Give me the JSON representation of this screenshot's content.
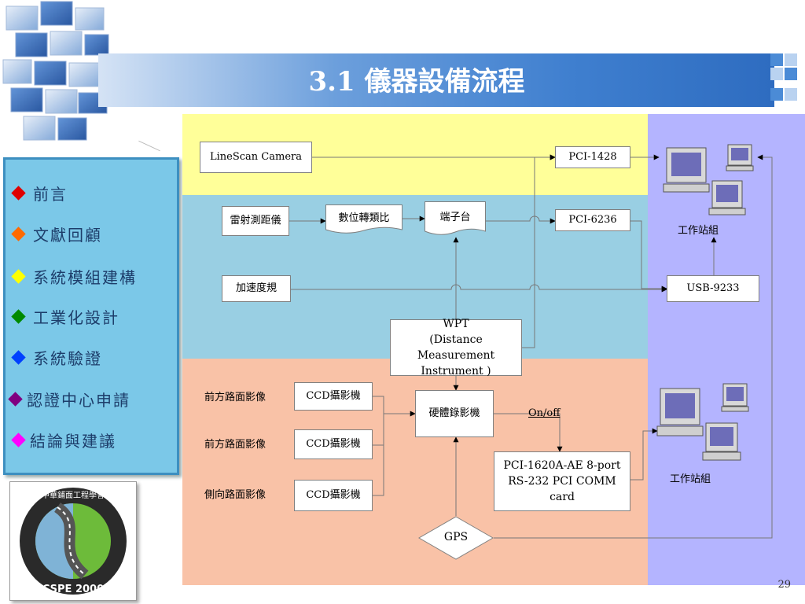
{
  "slide": {
    "title": "3.1 儀器設備流程",
    "page_number": "29"
  },
  "sidebar": {
    "items": [
      {
        "label": "前言",
        "color": "#e00000"
      },
      {
        "label": "文獻回顧",
        "color": "#ff6a00"
      },
      {
        "label": "系統模組建構",
        "color": "#ffff00"
      },
      {
        "label": "工業化設計",
        "color": "#008a00"
      },
      {
        "label": "系統驗證",
        "color": "#0040ff"
      },
      {
        "label": "認證中心申請",
        "color": "#800080"
      },
      {
        "label": "結論與建議",
        "color": "#ff00ff"
      }
    ]
  },
  "diagram": {
    "boxes": {
      "linescan": "LineScan Camera",
      "pci1428": "PCI-1428",
      "laser": "雷射測距儀",
      "adc": "數位轉類比",
      "terminal": "端子台",
      "pci6236": "PCI-6236",
      "accel": "加速度規",
      "usb9233": "USB-9233",
      "wpt": "WPT\n(Distance Measurement\nInstrument )",
      "ccd1": "CCD攝影機",
      "ccd2": "CCD攝影機",
      "ccd3": "CCD攝影機",
      "recorder": "硬體錄影機",
      "pci1620": "PCI-1620A-AE   8-port\nRS-232 PCI COMM card",
      "gps": "GPS"
    },
    "labels": {
      "workstation_top": "工作站組",
      "workstation_bottom": "工作站組",
      "front_image_1": "前方路面影像",
      "front_image_2": "前方路面影像",
      "side_image": "側向路面影像",
      "onoff": "On/off"
    },
    "colors": {
      "yellow_band": "#ffff99",
      "blue_band": "#99cfe3",
      "salmon_band": "#f9c2a7",
      "purple_band": "#b4b4ff"
    }
  }
}
